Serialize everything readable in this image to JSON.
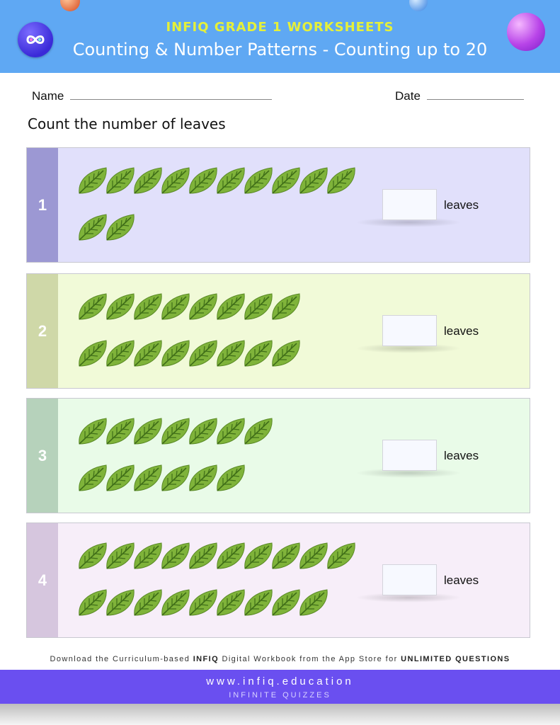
{
  "header": {
    "brand": "INFIQ GRADE 1 WORKSHEETS",
    "title": "Counting & Number Patterns - Counting up to 20",
    "logo_icon": "infiq-logo-icon"
  },
  "form": {
    "name_label": "Name",
    "date_label": "Date"
  },
  "instruction": "Count the number of leaves",
  "questions": [
    {
      "number": "1",
      "leaves": 12,
      "rows": [
        10,
        2
      ],
      "unit": "leaves",
      "bg": "#e1e0fb",
      "strip": "#9c98d3"
    },
    {
      "number": "2",
      "leaves": 16,
      "rows": [
        8,
        8
      ],
      "unit": "leaves",
      "bg": "#f1fad8",
      "strip": "#cfd8a8"
    },
    {
      "number": "3",
      "leaves": 13,
      "rows": [
        7,
        6
      ],
      "unit": "leaves",
      "bg": "#e9fbe8",
      "strip": "#b6d2bb"
    },
    {
      "number": "4",
      "leaves": 19,
      "rows": [
        10,
        9
      ],
      "unit": "leaves",
      "bg": "#f7eef9",
      "strip": "#d6c6de"
    }
  ],
  "promo": {
    "part1": "Download the Curriculum-based ",
    "brand": "INFIQ",
    "part2": " Digital Workbook from the App Store for ",
    "emph": "UNLIMITED QUESTIONS"
  },
  "footer": {
    "url": "www.infiq.education",
    "tagline": "INFINITE QUIZZES"
  },
  "colors": {
    "header_bg": "#5fa8f3",
    "brand_yellow": "#e5f03a",
    "footer_bg": "#6a4ff0",
    "leaf_green": "#7fb33a"
  }
}
